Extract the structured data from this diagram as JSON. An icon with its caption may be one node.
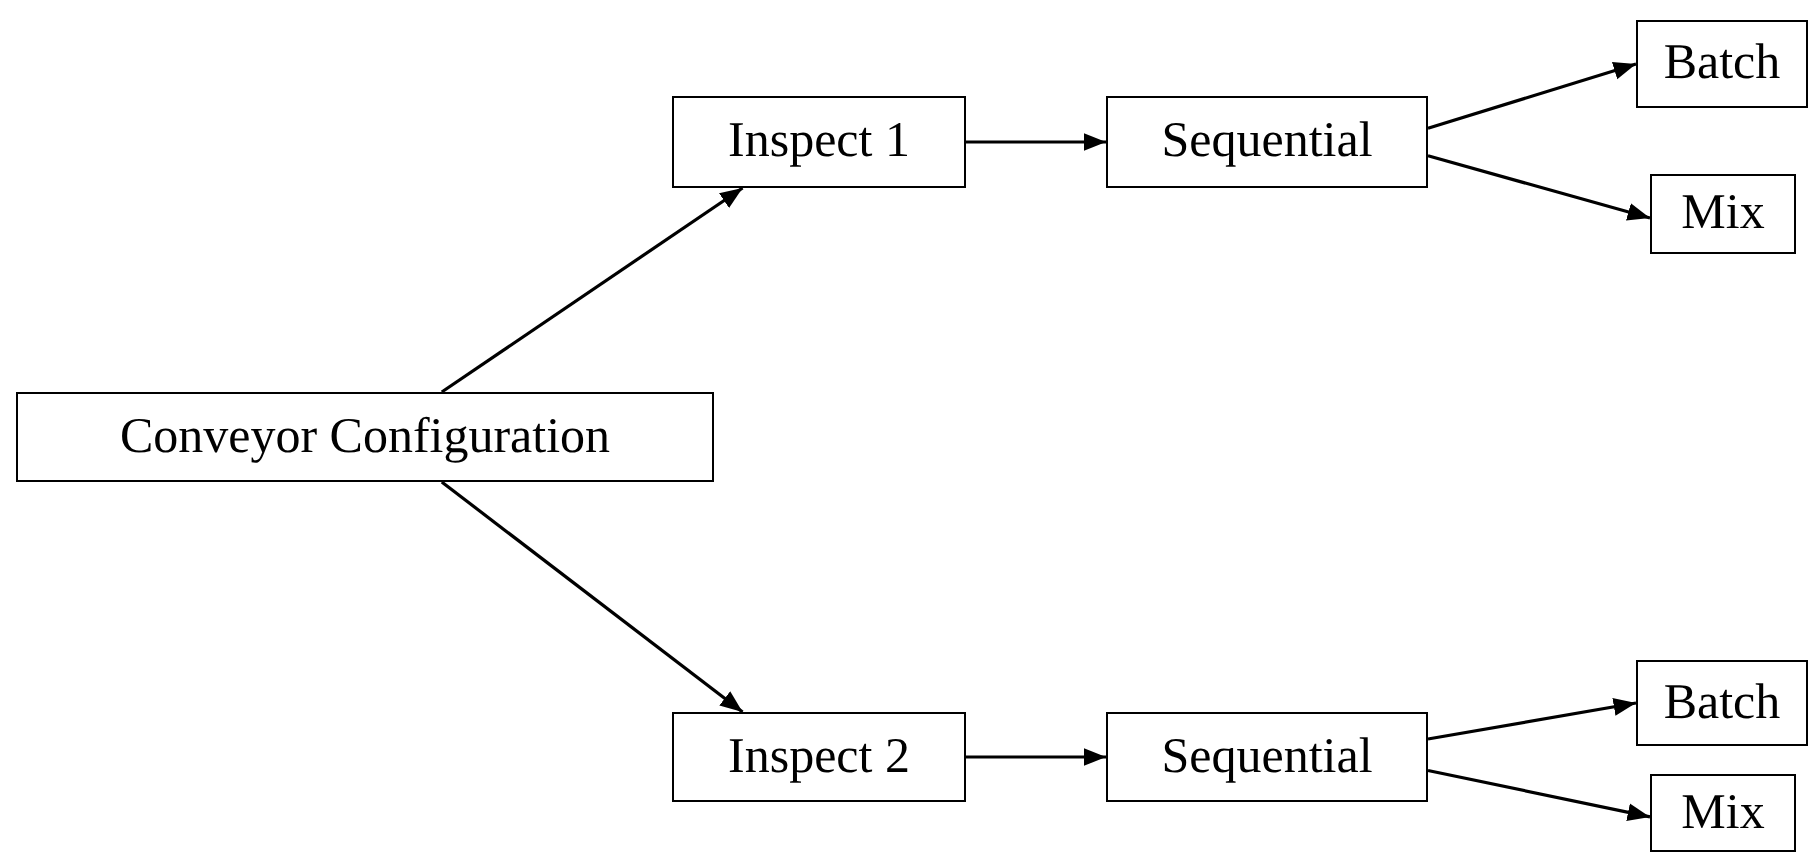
{
  "diagram": {
    "nodes": [
      {
        "text": [
          "Conveyor Configuration"
        ]
      },
      {
        "text": [
          "Inspect 1"
        ]
      },
      {
        "text": [
          "Sequential"
        ]
      },
      {
        "text": [
          "Batch"
        ]
      },
      {
        "text": [
          "Mix"
        ]
      },
      {
        "text": [
          "Inspect 2"
        ]
      },
      {
        "text": [
          "Sequential"
        ]
      },
      {
        "text": [
          "Batch"
        ]
      },
      {
        "text": [
          "Mix"
        ]
      }
    ],
    "edges": [
      {
        "from": 0,
        "to": 1,
        "arrow": "to"
      },
      {
        "from": 0,
        "to": 5,
        "arrow": "to"
      },
      {
        "from": 1,
        "to": 2,
        "arrow": "to"
      },
      {
        "from": 2,
        "to": 3,
        "arrow": "to"
      },
      {
        "from": 2,
        "to": 4,
        "arrow": "to"
      },
      {
        "from": 5,
        "to": 6,
        "arrow": "to"
      },
      {
        "from": 6,
        "to": 7,
        "arrow": "to"
      },
      {
        "from": 6,
        "to": 8,
        "arrow": "to"
      }
    ]
  }
}
